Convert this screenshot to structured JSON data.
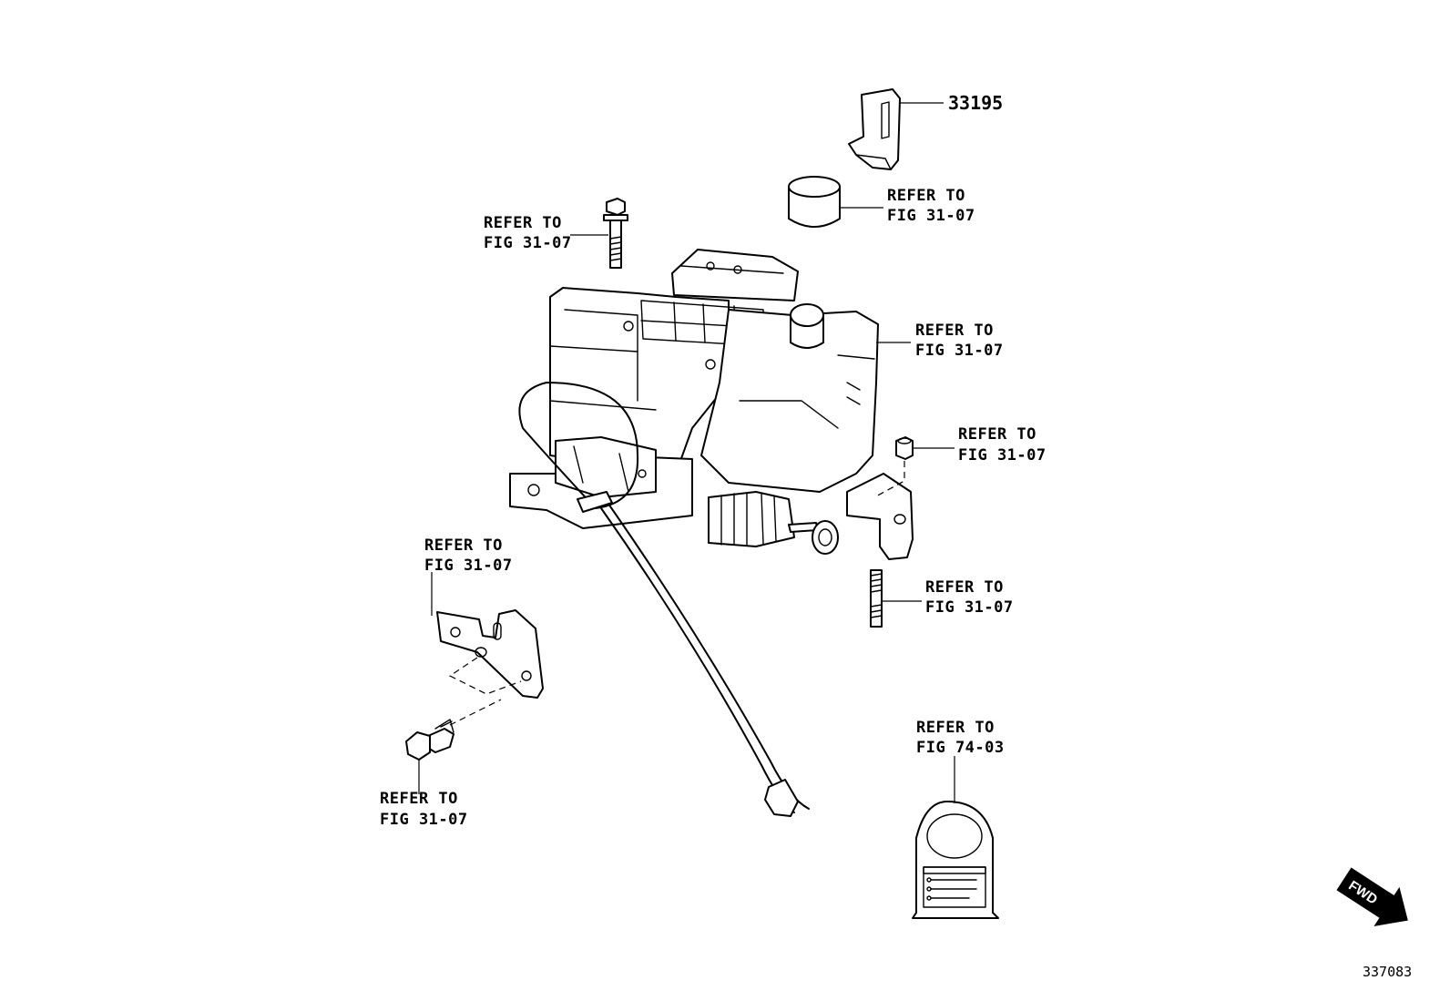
{
  "diagram": {
    "callouts": {
      "bracket_part_number": "33195",
      "refer_to": "REFER TO",
      "cap": "FIG 31-07",
      "bolt_top": "FIG 31-07",
      "actuator": "FIG 31-07",
      "nut": "FIG 31-07",
      "stud": "FIG 31-07",
      "plate": "FIG 31-07",
      "bolt_bottom": "FIG 31-07",
      "tag": "FIG 74-03"
    },
    "fwd_label": "FWD",
    "illustration_id": "337083"
  }
}
